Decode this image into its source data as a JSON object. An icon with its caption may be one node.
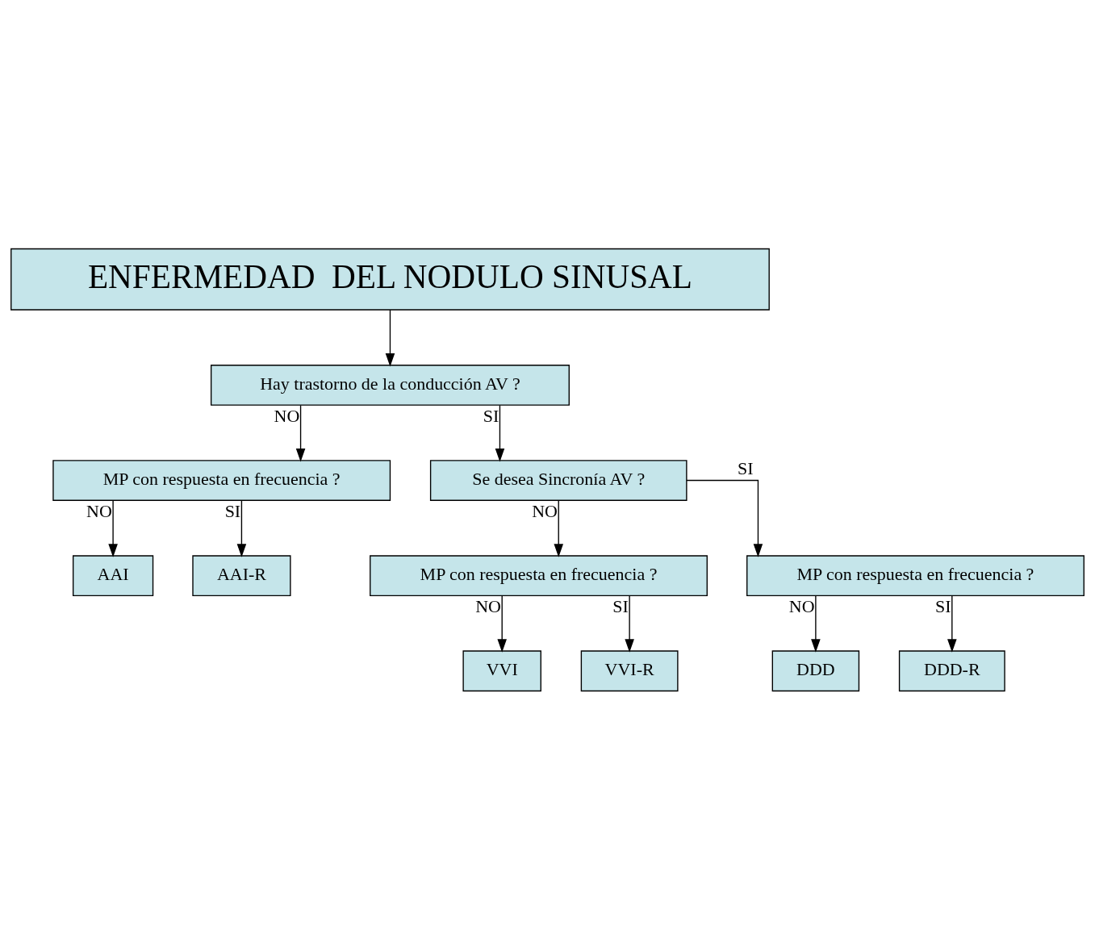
{
  "diagram": {
    "nodes": [
      {
        "text": [
          "ENFERMEDAD  DEL NODULO SINUSAL"
        ]
      },
      {
        "text": [
          "Hay trastorno de la conducción AV ?"
        ]
      },
      {
        "text": [
          "MP con respuesta en frecuencia ?"
        ]
      },
      {
        "text": [
          "Se desea Sincronía AV ?"
        ]
      },
      {
        "text": [
          "AAI"
        ]
      },
      {
        "text": [
          "AAI-R"
        ]
      },
      {
        "text": [
          "MP con respuesta en frecuencia ?"
        ]
      },
      {
        "text": [
          "MP con respuesta en frecuencia ?"
        ]
      },
      {
        "text": [
          "VVI"
        ]
      },
      {
        "text": [
          "VVI-R"
        ]
      },
      {
        "text": [
          "DDD"
        ]
      },
      {
        "text": [
          "DDD-R"
        ]
      }
    ],
    "edges": [
      {
        "from": 0,
        "to": 1,
        "arrow": "to"
      },
      {
        "from": 1,
        "to": 2,
        "arrow": "to",
        "label": "NO"
      },
      {
        "from": 1,
        "to": 3,
        "arrow": "to",
        "label": "SI"
      },
      {
        "from": 2,
        "to": 4,
        "arrow": "to",
        "label": "NO"
      },
      {
        "from": 2,
        "to": 5,
        "arrow": "to",
        "label": "SI"
      },
      {
        "from": 3,
        "to": 6,
        "arrow": "to",
        "label": "NO"
      },
      {
        "from": 3,
        "to": 7,
        "arrow": "to",
        "label": "SI"
      },
      {
        "from": 6,
        "to": 8,
        "arrow": "to",
        "label": "NO"
      },
      {
        "from": 6,
        "to": 9,
        "arrow": "to",
        "label": "SI"
      },
      {
        "from": 7,
        "to": 10,
        "arrow": "to",
        "label": "NO"
      },
      {
        "from": 7,
        "to": 11,
        "arrow": "to",
        "label": "SI"
      }
    ]
  }
}
